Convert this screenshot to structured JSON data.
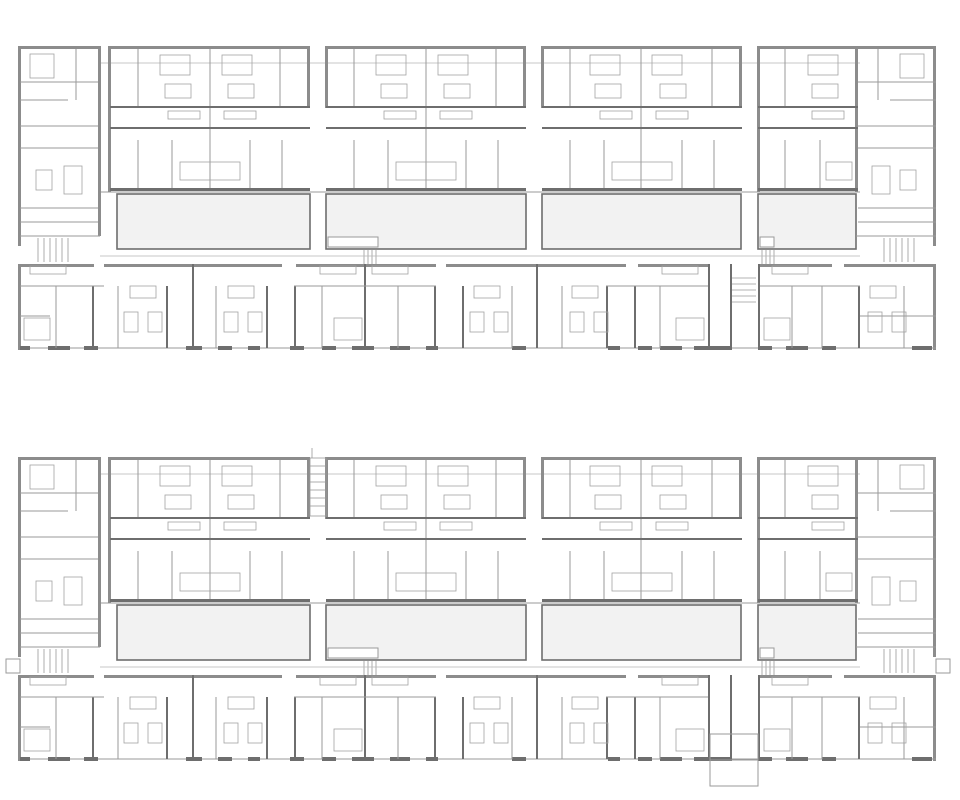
{
  "drawing": {
    "kind": "architectural floor plan",
    "plans": [
      {
        "id": "upper-floor"
      },
      {
        "id": "ground-floor"
      }
    ],
    "colors": {
      "background": "#ffffff",
      "walls": "#8c8c8c",
      "courtyards": "#f2f2f2",
      "lines": "#9a9a9a"
    }
  }
}
